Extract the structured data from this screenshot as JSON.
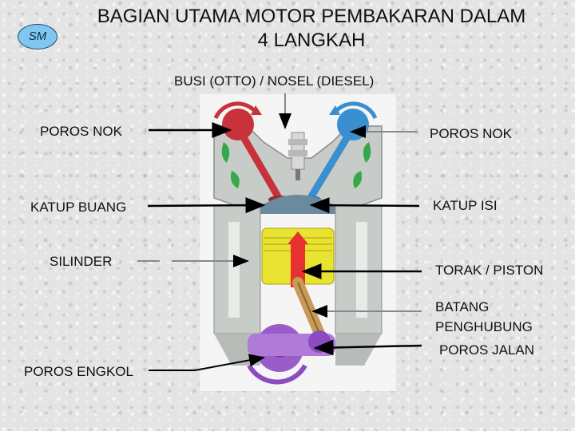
{
  "badge": "SM",
  "title_line1": "BAGIAN UTAMA MOTOR PEMBAKARAN DALAM",
  "title_line2": "4 LANGKAH",
  "labels": {
    "top": "BUSI (OTTO) / NOSEL (DIESEL)",
    "poros_nok_left": "POROS NOK",
    "poros_nok_right": "POROS NOK",
    "katup_buang": "KATUP BUANG",
    "katup_isi": "KATUP ISI",
    "silinder": "SILINDER",
    "torak": "TORAK / PISTON",
    "batang_line1": "BATANG",
    "batang_line2": "PENGHUBUNG",
    "poros_jalan": "POROS JALAN",
    "poros_engkol": "POROS ENGKOL"
  },
  "colors": {
    "exhaust": "#c8323a",
    "intake": "#3a8fd0",
    "piston": "#e8e230",
    "crank": "#9a5cc8",
    "block": "#c8ccc8",
    "arrow": "#000000"
  }
}
